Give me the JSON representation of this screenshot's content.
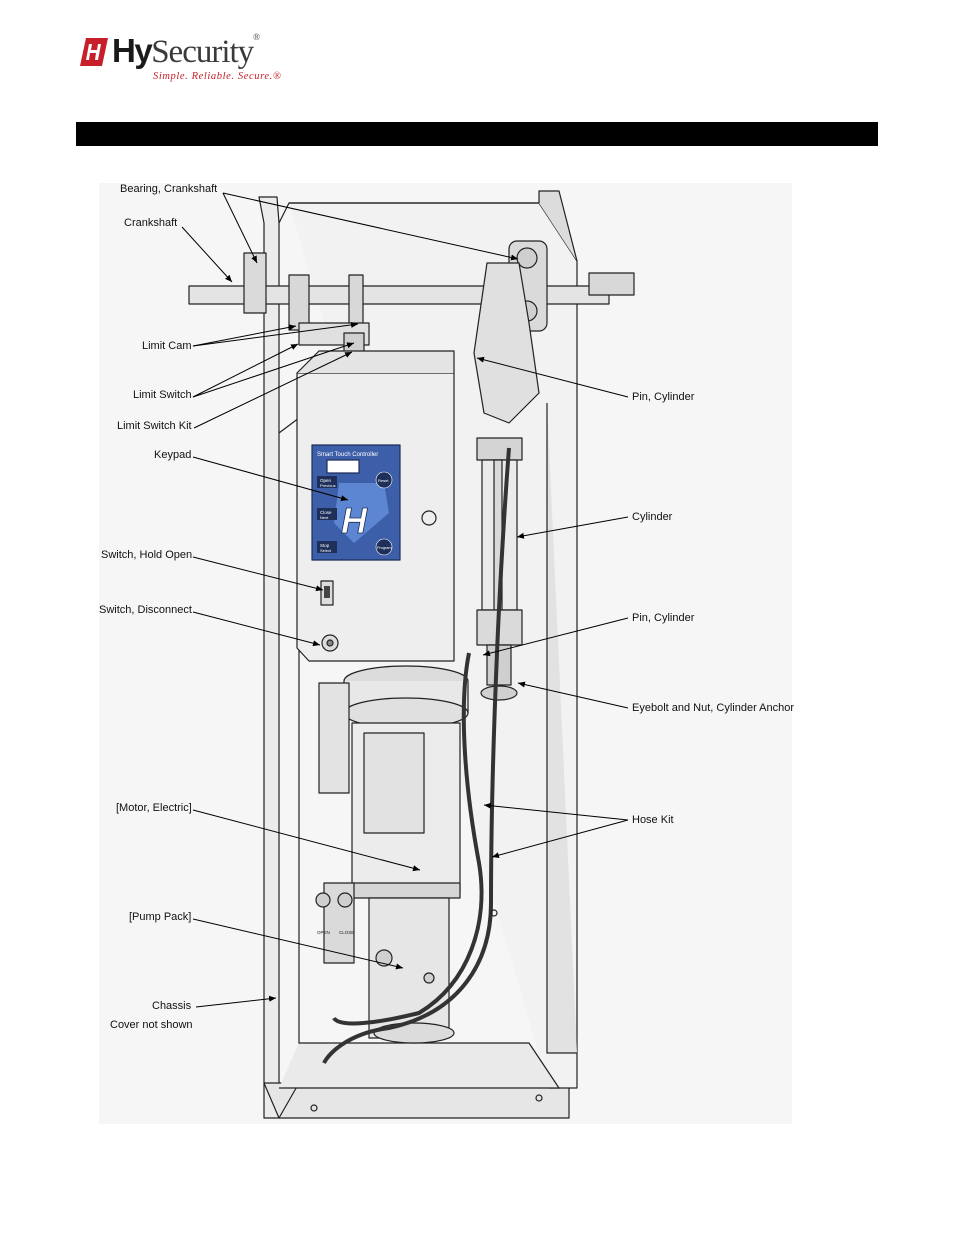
{
  "brand": {
    "name_bold": "Hy",
    "name_regular": "Security",
    "registered": "®",
    "tagline": "Simple. Reliable. Secure.®"
  },
  "title_bar": {
    "text": ""
  },
  "controller": {
    "title": "Smart Touch Controller",
    "keys": {
      "open": "Open",
      "open_sub": "Previous",
      "close": "Close",
      "close_sub": "Next",
      "stop": "Stop",
      "stop_sub": "Select",
      "reset": "Reset",
      "program": "Program"
    }
  },
  "pump_labels": {
    "open": "OPEN",
    "close": "CLOSE"
  },
  "labels": {
    "bearing_crankshaft": "Bearing, Crankshaft",
    "crankshaft": "Crankshaft",
    "limit_cam": "Limit Cam",
    "limit_switch": "Limit Switch",
    "limit_switch_kit": "Limit Switch Kit",
    "keypad": "Keypad",
    "switch_hold_open": "Switch, Hold Open",
    "switch_disconnect": "Switch, Disconnect",
    "motor_electric": "[Motor, Electric]",
    "pump_pack": "[Pump Pack]",
    "chassis": "Chassis",
    "cover_not_shown": "Cover not shown",
    "pin_cylinder_top": "Pin, Cylinder",
    "cylinder": "Cylinder",
    "pin_cylinder_bottom": "Pin, Cylinder",
    "eyebolt_nut": "Eyebolt and Nut, Cylinder Anchor",
    "hose_kit": "Hose Kit"
  },
  "colors": {
    "brand_red": "#c8202a",
    "title_bar": "#000000"
  }
}
